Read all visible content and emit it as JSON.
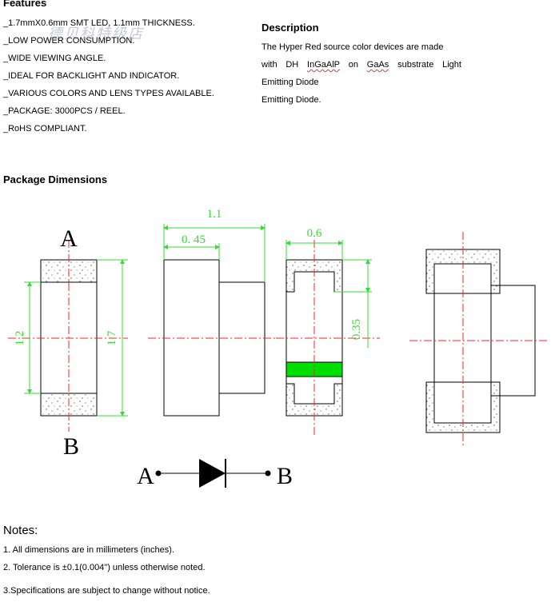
{
  "features": {
    "title": "Features",
    "items": [
      "_1.7mmX0.6mm SMT LED, 1.1mm THICKNESS.",
      "_LOW POWER CONSUMPTION.",
      "_WIDE VIEWING ANGLE.",
      "_IDEAL FOR BACKLIGHT AND INDICATOR.",
      "_VARIOUS COLORS AND LENS TYPES AVAILABLE.",
      "_PACKAGE: 3000PCS / REEL.",
      "_RoHS COMPLIANT."
    ]
  },
  "watermark": "德贝科特级店",
  "description": {
    "title": "Description",
    "line1": "The Hyper Red source color devices are made",
    "line2_words": [
      "with",
      "DH",
      "InGaAlP",
      "on",
      "GaAs",
      "substrate",
      "Light"
    ],
    "line3": "Emitting Diode",
    "line4": "Emitting Diode."
  },
  "package": {
    "title": "Package Dimensions",
    "dim_1_1": "1.1",
    "dim_0_45": "0. 45",
    "dim_0_6": "0.6",
    "dim_0_35": "0.35",
    "dim_1_2": "1.2",
    "dim_1_7": "1.7",
    "label_a": "A",
    "label_b": "B",
    "symbol_a": "A",
    "symbol_b": "B",
    "colors": {
      "dim": "#33dd33",
      "center": "#ff2222",
      "body": "#000000",
      "band": "#00dd00"
    }
  },
  "notes": {
    "title": "Notes:",
    "items": [
      "1. All dimensions are in millimeters (inches).",
      "2. Tolerance is ±0.1(0.004\") unless otherwise noted.",
      "3.Specifications are subject to change without notice."
    ]
  }
}
